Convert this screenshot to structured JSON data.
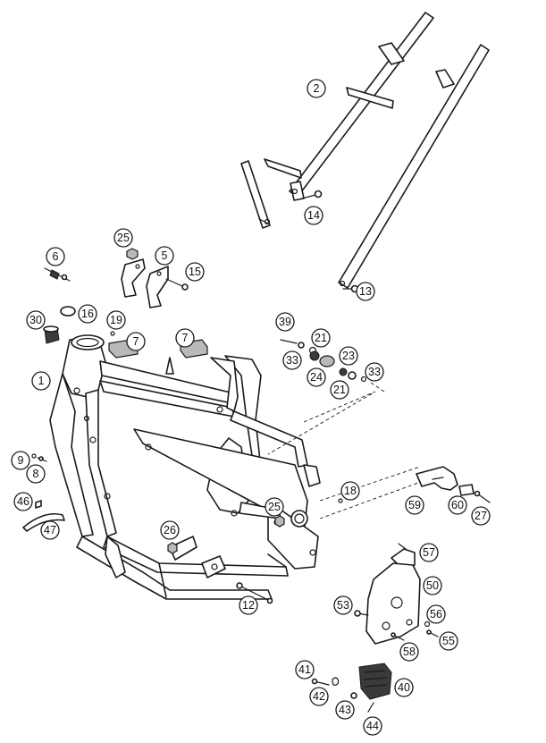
{
  "callouts": {
    "c1": "1",
    "c2": "2",
    "c5": "5",
    "c6": "6",
    "c7a": "7",
    "c7b": "7",
    "c8": "8",
    "c9": "9",
    "c12": "12",
    "c13": "13",
    "c14": "14",
    "c15": "15",
    "c16": "16",
    "c18": "18",
    "c19": "19",
    "c21a": "21",
    "c21b": "21",
    "c23": "23",
    "c24": "24",
    "c25a": "25",
    "c25b": "25",
    "c26": "26",
    "c27": "27",
    "c30": "30",
    "c33a": "33",
    "c33b": "33",
    "c39": "39",
    "c40": "40",
    "c41": "41",
    "c42": "42",
    "c43": "43",
    "c44": "44",
    "c46": "46",
    "c47": "47",
    "c50": "50",
    "c53": "53",
    "c55": "55",
    "c56": "56",
    "c57": "57",
    "c58": "58",
    "c59": "59",
    "c60": "60"
  },
  "colors": {
    "line": "#1a1a1a",
    "background": "#ffffff"
  }
}
